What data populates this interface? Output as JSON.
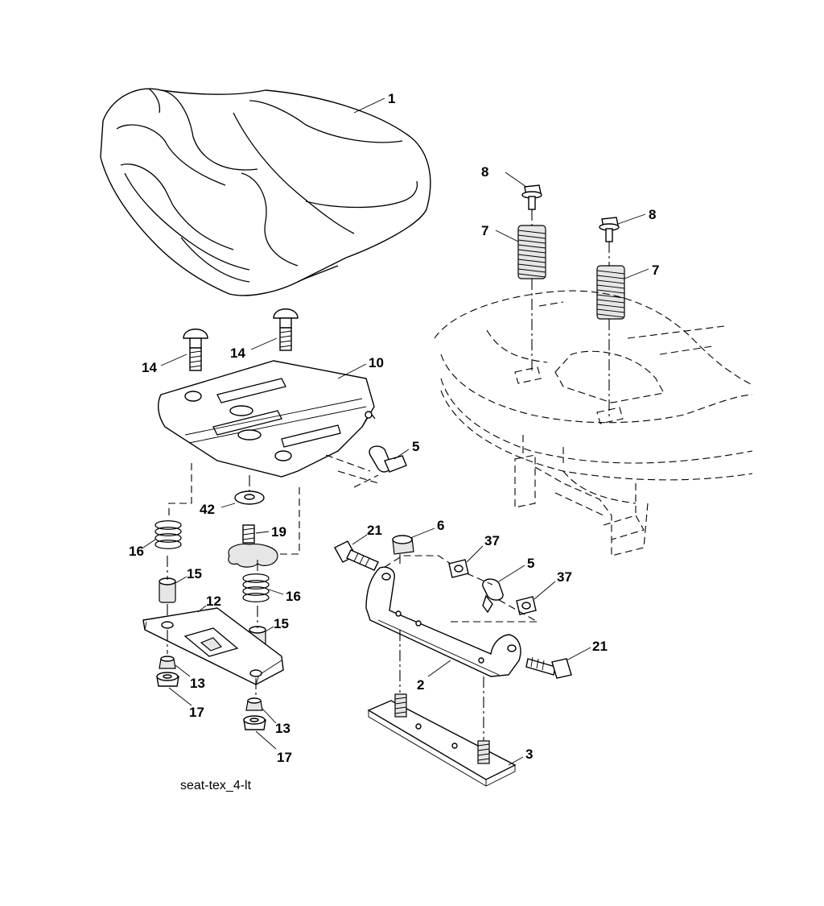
{
  "caption": "seat-tex_4-lt",
  "callouts": {
    "c1": "1",
    "c2": "2",
    "c3": "3",
    "c5a": "5",
    "c5b": "5",
    "c6": "6",
    "c7a": "7",
    "c7b": "7",
    "c8a": "8",
    "c8b": "8",
    "c10": "10",
    "c12": "12",
    "c13a": "13",
    "c13b": "13",
    "c14a": "14",
    "c14b": "14",
    "c15a": "15",
    "c15b": "15",
    "c16a": "16",
    "c16b": "16",
    "c17a": "17",
    "c17b": "17",
    "c19": "19",
    "c21a": "21",
    "c21b": "21",
    "c37a": "37",
    "c37b": "37",
    "c42": "42"
  }
}
